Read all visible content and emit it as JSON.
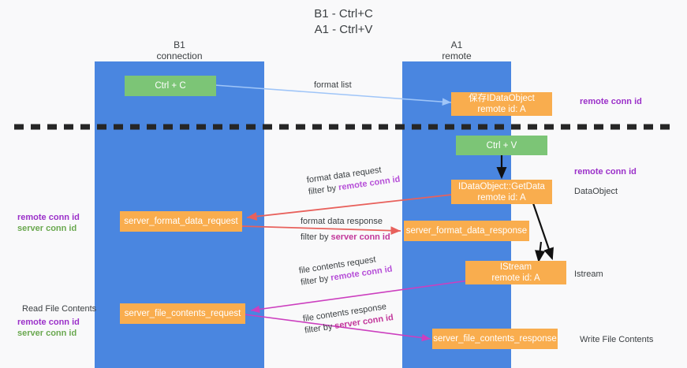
{
  "diagram": {
    "title_line1": "B1 - Ctrl+C",
    "title_line2": "A1 - Ctrl+V",
    "columns": [
      {
        "name": "B1",
        "role": "connection"
      },
      {
        "name": "A1",
        "role": "remote"
      }
    ],
    "colors": {
      "lane": "#4a86e0",
      "node_green": "#7cc576",
      "node_orange": "#f9ad4e",
      "remote_conn_id": "#9b30c9",
      "server_conn_id": "#6aa84f",
      "edge_format_list": "#9fc5f8",
      "edge_format_data": "#e8615c",
      "edge_file_contents": "#cc3fbf",
      "edge_local": "#000000",
      "background": "#f9f9fa",
      "divider": "#262626"
    },
    "nodes": [
      {
        "id": "ctrl-c",
        "label": "Ctrl + C",
        "sub": "",
        "kind": "green",
        "column": "B1"
      },
      {
        "id": "save-idataobject",
        "label": "保存IDataObject",
        "sub": "remote id: A",
        "kind": "orange",
        "column": "A1"
      },
      {
        "id": "ctrl-v",
        "label": "Ctrl + V",
        "sub": "",
        "kind": "green",
        "column": "A1"
      },
      {
        "id": "idataobject-getdata",
        "label": "IDataObject::GetData",
        "sub": "remote id: A",
        "kind": "orange",
        "column": "A1"
      },
      {
        "id": "server-format-data-request",
        "label": "server_format_data_request",
        "sub": "",
        "kind": "orange",
        "column": "B1"
      },
      {
        "id": "server-format-data-response",
        "label": "server_format_data_response",
        "sub": "",
        "kind": "orange",
        "column": "A1"
      },
      {
        "id": "istream",
        "label": "IStream",
        "sub": "remote id: A",
        "kind": "orange",
        "column": "A1"
      },
      {
        "id": "server-file-contents-request",
        "label": "server_file_contents_request",
        "sub": "",
        "kind": "orange",
        "column": "B1"
      },
      {
        "id": "server-file-contents-response",
        "label": "server_file_contents_response",
        "sub": "",
        "kind": "orange",
        "column": "A1"
      }
    ],
    "edge_labels": [
      {
        "id": "format-list",
        "line1": "format list",
        "line2": "",
        "line2_key": ""
      },
      {
        "id": "format-data-request",
        "line1": "format data request",
        "line2_prefix": "filter by ",
        "line2_key": "remote conn id"
      },
      {
        "id": "format-data-response",
        "line1": "format data response",
        "line2_prefix": "filter by ",
        "line2_key": "server conn id"
      },
      {
        "id": "file-contents-request",
        "line1": "file contents request",
        "line2_prefix": "filter by ",
        "line2_key": "remote conn id"
      },
      {
        "id": "file-contents-response",
        "line1": "file contents response",
        "line2_prefix": "filter by ",
        "line2_key": "server conn id"
      }
    ],
    "right_labels": [
      {
        "id": "remote-conn-id-top",
        "text": "remote conn id",
        "style": "purple"
      },
      {
        "id": "remote-conn-id-mid",
        "text": "remote conn id",
        "style": "purple"
      },
      {
        "id": "dataobject",
        "text": "DataObject",
        "style": "plain"
      },
      {
        "id": "istream",
        "text": "Istream",
        "style": "plain"
      },
      {
        "id": "write-file-contents",
        "text": "Write File Contents",
        "style": "plain"
      }
    ],
    "left_labels": [
      {
        "id": "left-conn-ids",
        "remote": "remote conn id",
        "server": "server conn id"
      },
      {
        "id": "read-file-contents",
        "text": "Read File Contents",
        "remote": "remote conn id",
        "server": "server conn id"
      }
    ]
  }
}
